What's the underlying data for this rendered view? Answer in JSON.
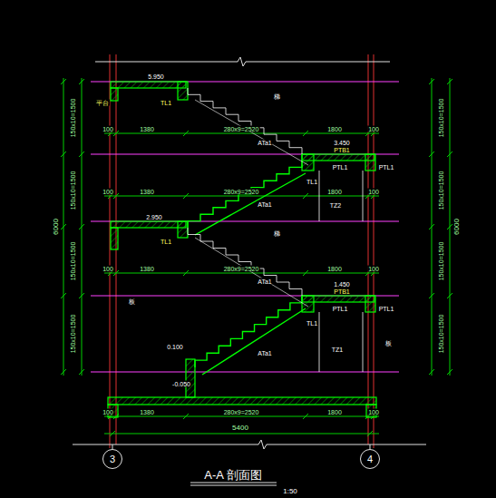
{
  "diagram": {
    "title": "A-A 剖面图",
    "nodes": [
      {
        "text": [
          "3"
        ]
      },
      {
        "text": [
          "4"
        ]
      }
    ],
    "labels": [
      "5.950",
      "平台",
      "TL1",
      "梯",
      "2.950",
      "TL1",
      "梯",
      "板",
      "板",
      "100",
      "1380",
      "280x9=2520",
      "1800",
      "100",
      "100",
      "1380",
      "280x9=2520",
      "1800",
      "100",
      "100",
      "1380",
      "280x9=2520",
      "1800",
      "100",
      "100",
      "1380",
      "280x9=2520",
      "1800",
      "100",
      "ATa1",
      "ATa1",
      "ATa1",
      "ATa1",
      "3.450",
      "PTB1",
      "PTL1",
      "PTL1",
      "TL1",
      "TZ2",
      "1.450",
      "PTB1",
      "PTL1",
      "PTL1",
      "TL1",
      "TZ1",
      "0.100",
      "-0.050",
      "5400",
      "150x10=1500",
      "150x10=1500",
      "150x10=1500",
      "150x10=1500",
      "6000",
      "150x10=1500",
      "150x10=1500",
      "150x10=1500",
      "150x10=1500",
      "6000",
      "1:50"
    ]
  }
}
